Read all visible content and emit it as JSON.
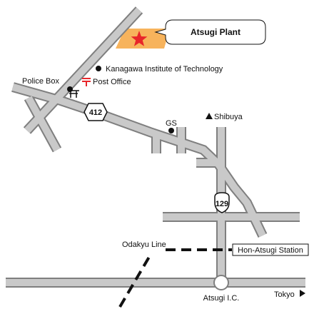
{
  "colors": {
    "road_fill": "#c9c9c9",
    "road_outline": "#7f7f7f",
    "plant_area": "#f7b35c",
    "star": "#e8262a",
    "post_office_mark": "#e8262a",
    "rail": "#111111",
    "background": "#ffffff"
  },
  "labels": {
    "plant": "Atsugi Plant",
    "institute": "Kanagawa Institute of Technology",
    "police_box": "Police Box",
    "post_office": "Post Office",
    "gas_station": "GS",
    "shibuya": "Shibuya",
    "odakyu_line": "Odakyu Line",
    "hon_atsugi_station": "Hon-Atsugi Station",
    "atsugi_ic": "Atsugi I.C.",
    "tokyo": "Tokyo"
  },
  "route_shields": {
    "route_412": "412",
    "route_129": "129"
  },
  "icons": {
    "plant_marker": "star",
    "institute_marker": "black-dot",
    "police_box_marker": "black-dot",
    "gas_station_marker": "black-dot",
    "post_office_marker": "japan-post-symbol",
    "shrine_marker": "torii-gate",
    "shibuya_direction": "triangle-up",
    "tokyo_direction": "triangle-right",
    "interchange": "circle"
  }
}
